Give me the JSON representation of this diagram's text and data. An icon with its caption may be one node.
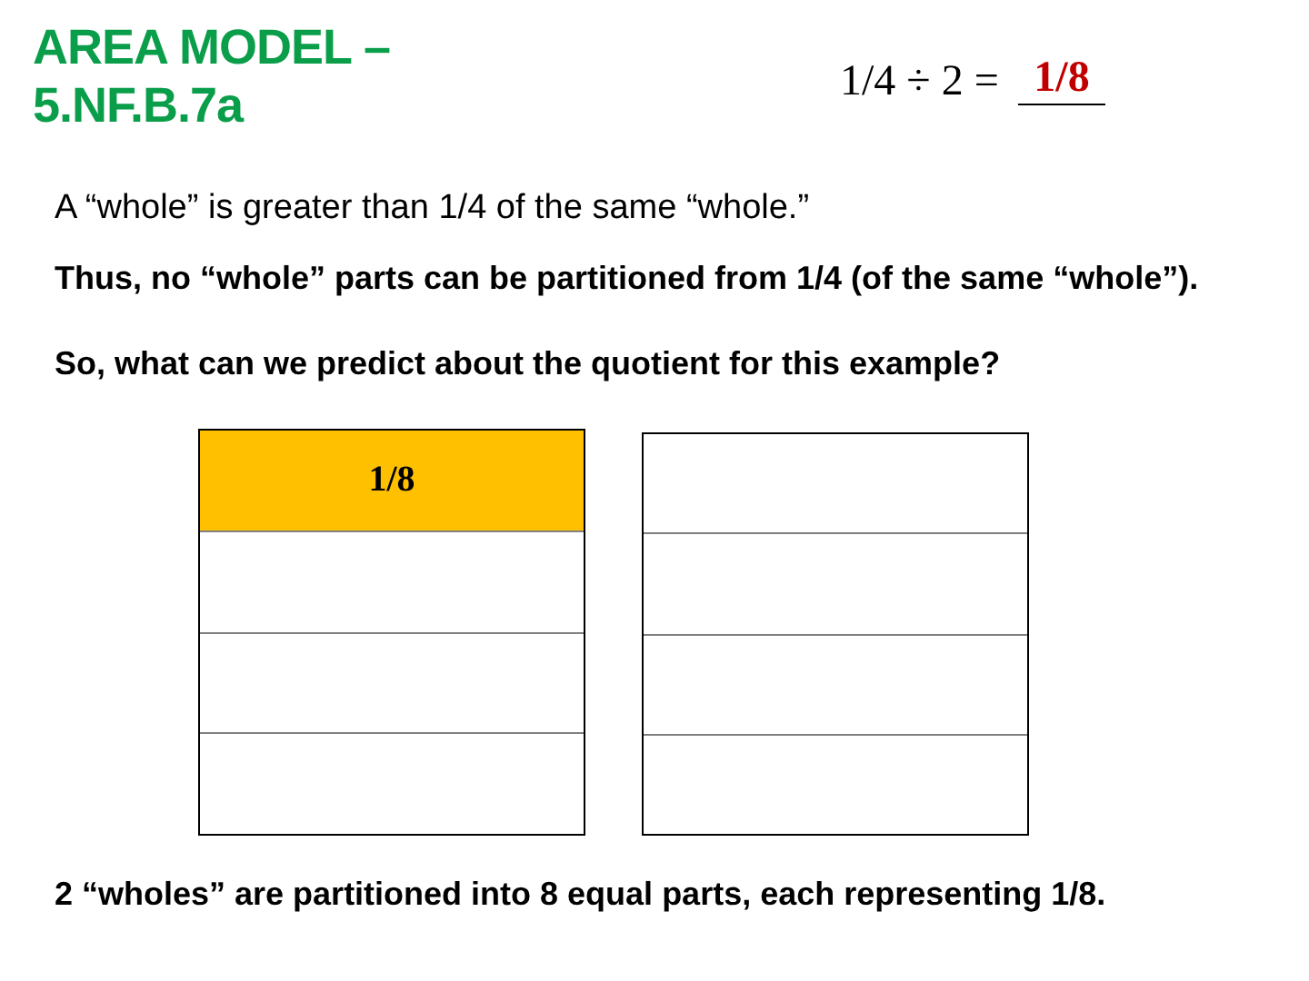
{
  "diagram": {
    "title": "AREA MODEL – 5.NF.B.7a",
    "caption": "2 “wholes” are partitioned into 8 equal parts, each representing 1/8.",
    "nodes": [
      {
        "text": [],
        "shape": "box"
      },
      {
        "text": [
          "1/8"
        ],
        "in": 0
      },
      {
        "text": [],
        "shape": "box",
        "in": 0
      },
      {
        "text": [],
        "shape": "box",
        "in": 0
      },
      {
        "text": [],
        "shape": "box",
        "in": 0
      },
      {
        "text": [],
        "shape": "box"
      },
      {
        "text": [],
        "shape": "box",
        "in": 5
      },
      {
        "text": [],
        "shape": "box",
        "in": 5
      },
      {
        "text": [],
        "shape": "box",
        "in": 5
      },
      {
        "text": [],
        "shape": "box",
        "in": 5
      }
    ],
    "labels": [
      "1/4 ÷ 2 =",
      "1/8",
      "A “whole” is greater than 1/4 of the same “whole.”",
      "Thus, no “whole” parts can be partitioned from 1/4 (of the same “whole”).",
      "So, what can we predict about the quotient for this example?"
    ]
  }
}
